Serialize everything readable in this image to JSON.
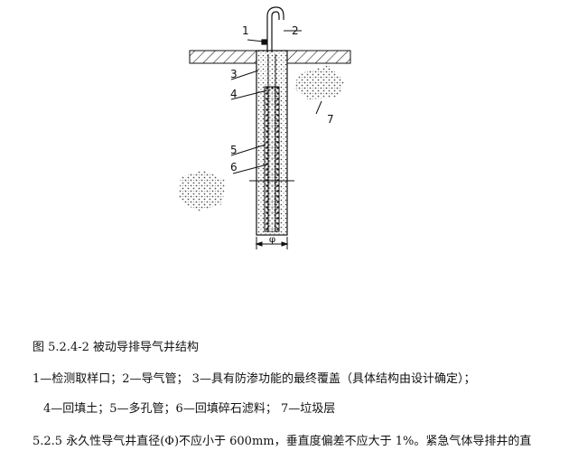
{
  "figure": {
    "callouts": [
      "1",
      "2",
      "3",
      "4",
      "5",
      "6",
      "7"
    ],
    "dimension_label": "φ"
  },
  "caption": "图 5.2.4-2 被动导排导气井结构",
  "legend": {
    "line1": "1—检测取样口；2—导气管；  3—具有防渗功能的最终覆盖（具体结构由设计确定）；",
    "line2": "4—回填土；5—多孔管；6—回填碎石滤料；  7—垃圾层"
  },
  "clause": "5.2.5 永久性导气井直径(Φ)不应小于 600mm，垂直度偏差不应大于 1%。紧急气体导排井的直"
}
